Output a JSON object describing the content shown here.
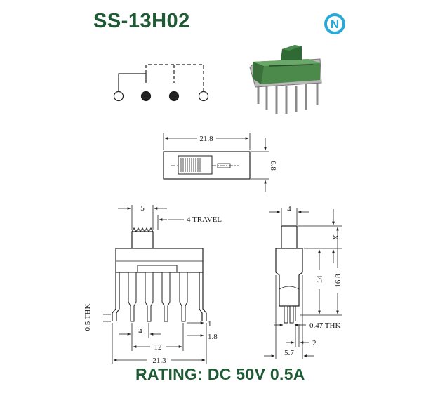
{
  "header": {
    "title": "SS-13H02",
    "logo_letter": "N"
  },
  "footer": {
    "rating": "RATING: DC 50V 0.5A"
  },
  "top_view": {
    "length": "21.8",
    "width": "6.8"
  },
  "front_view": {
    "actuator_width": "5",
    "travel": "4 TRAVEL",
    "pin_pitch": "4",
    "pin_span": "12",
    "overall_length": "21.3",
    "terminal_thickness": "0.5 THK",
    "pin_offset_1": "1",
    "pin_offset_2": "1.8"
  },
  "side_view": {
    "actuator_width": "4",
    "x_label": "X",
    "body_height": "14",
    "total_height": "16.8",
    "terminal_thickness": "0.47 THK",
    "pin_offset": "2",
    "base_width": "5.7"
  },
  "colors": {
    "brand": "#1e5b34",
    "switch_body": "#4c8a4c",
    "logo": "#29a9d8"
  }
}
